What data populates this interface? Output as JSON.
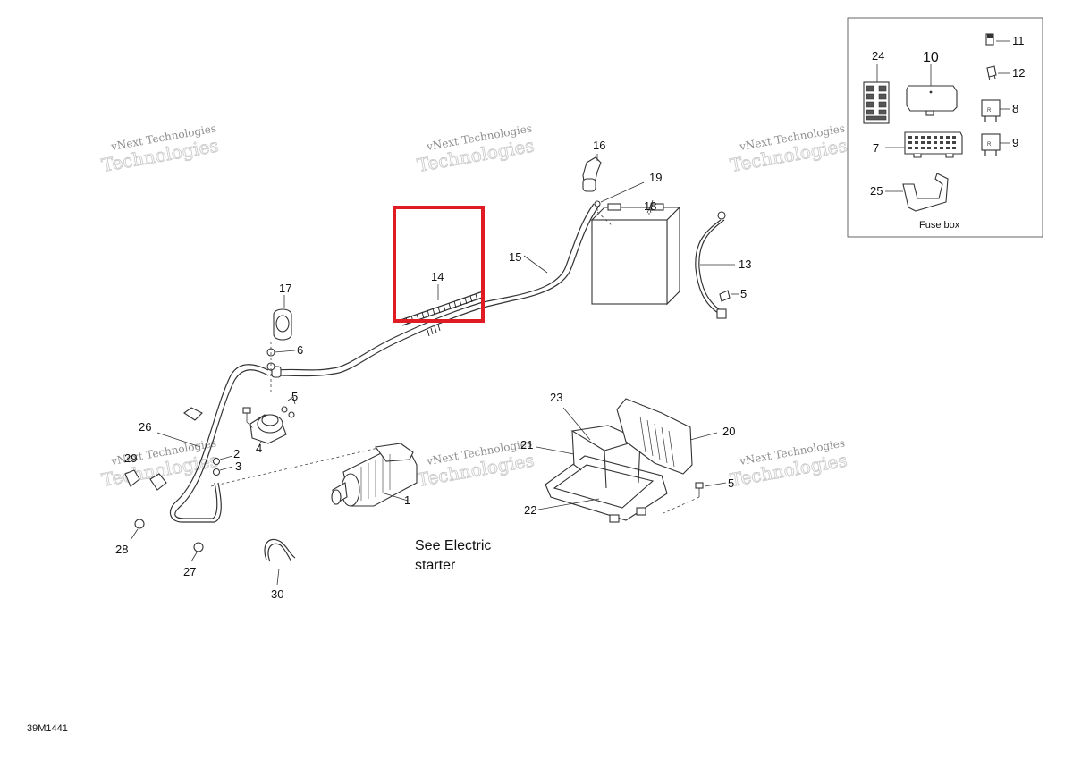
{
  "diagram": {
    "drawing_code": "39M1441",
    "note_text_line1": "See Electric",
    "note_text_line2": "starter",
    "fuse_box_caption": "Fuse box",
    "watermark_line1": "vNext Technologies",
    "watermark_line2": "Technologies",
    "highlight_color": "#e01b24",
    "highlighted_part": "14",
    "callouts": {
      "c1": "1",
      "c2": "2",
      "c3": "3",
      "c4": "4",
      "c5a": "5",
      "c5b": "5",
      "c5c": "5",
      "c6": "6",
      "c7": "7",
      "c8": "8",
      "c9": "9",
      "c10": "10",
      "c11": "11",
      "c12": "12",
      "c13": "13",
      "c14": "14",
      "c15": "15",
      "c16": "16",
      "c17": "17",
      "c18": "18",
      "c19": "19",
      "c20": "20",
      "c21": "21",
      "c22": "22",
      "c23": "23",
      "c24": "24",
      "c25": "25",
      "c26": "26",
      "c27": "27",
      "c28": "28",
      "c29": "29",
      "c30": "30"
    }
  }
}
